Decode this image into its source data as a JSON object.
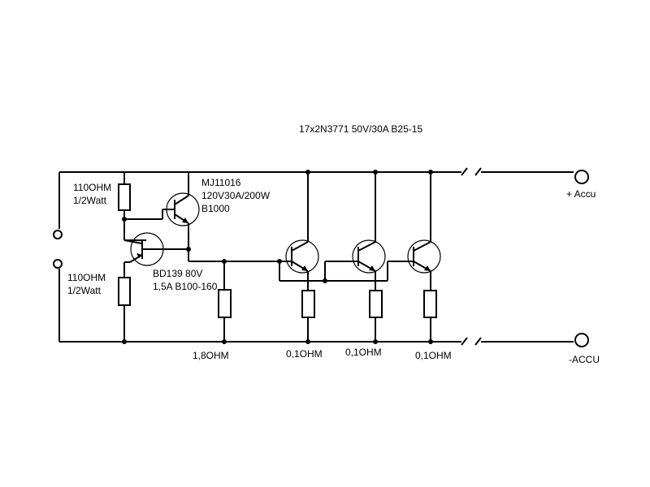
{
  "labels": {
    "header": "17x2N3771 50V/30A B25-15",
    "r_top_value": "110OHM",
    "r_top_rating": "1/2Watt",
    "r_bottom_value": "110OHM",
    "r_bottom_rating": "1/2Watt",
    "q_driver_name": "MJ11016",
    "q_driver_spec": "120V30A/200W",
    "q_driver_gain": "B1000",
    "q_small_name": "BD139 80V",
    "q_small_spec": "1,5A B100-160",
    "r_1_8": "1,8OHM",
    "r_out1": "0,1OHM",
    "r_out2": "0,1OHM",
    "r_out3": "0,1OHM",
    "plus": "+ Accu",
    "minus": "-ACCU"
  }
}
